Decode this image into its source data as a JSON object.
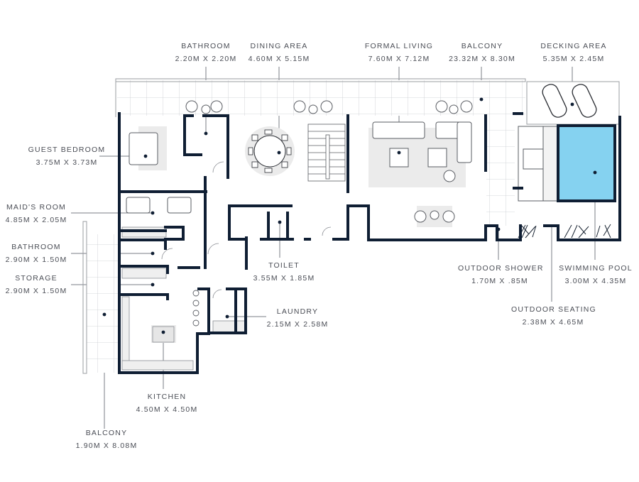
{
  "plan": {
    "wall_color": "#0f1e33",
    "pool_color": "#85d2f0",
    "rug_color": "#ebebeb",
    "leader_color": "#7a7d85"
  },
  "rooms": {
    "bathroom_top": {
      "name": "BATHROOM",
      "dims": "2.20M X 2.20M"
    },
    "dining_area": {
      "name": "DINING AREA",
      "dims": "4.60M X 5.15M"
    },
    "formal_living": {
      "name": "FORMAL LIVING",
      "dims": "7.60M X 7.12M"
    },
    "balcony_top": {
      "name": "BALCONY",
      "dims": "23.32M X 8.30M"
    },
    "decking_area": {
      "name": "DECKING AREA",
      "dims": "5.35M X 2.45M"
    },
    "guest_bedroom": {
      "name": "GUEST BEDROOM",
      "dims": "3.75M X 3.73M"
    },
    "maids_room": {
      "name": "MAID'S ROOM",
      "dims": "4.85M X 2.05M"
    },
    "bathroom_left": {
      "name": "BATHROOM",
      "dims": "2.90M X 1.50M"
    },
    "storage": {
      "name": "STORAGE",
      "dims": "2.90M X 1.50M"
    },
    "toilet": {
      "name": "TOILET",
      "dims": "3.55M X 1.85M"
    },
    "laundry": {
      "name": "LAUNDRY",
      "dims": "2.15M X 2.58M"
    },
    "kitchen": {
      "name": "KITCHEN",
      "dims": "4.50M X 4.50M"
    },
    "balcony_left": {
      "name": "BALCONY",
      "dims": "1.90M X 8.08M"
    },
    "outdoor_shower": {
      "name": "OUTDOOR SHOWER",
      "dims": "1.70M X .85M"
    },
    "swimming_pool": {
      "name": "SWIMMING POOL",
      "dims": "3.00M X 4.35M"
    },
    "outdoor_seating": {
      "name": "OUTDOOR SEATING",
      "dims": "2.38M X 4.65M"
    }
  }
}
